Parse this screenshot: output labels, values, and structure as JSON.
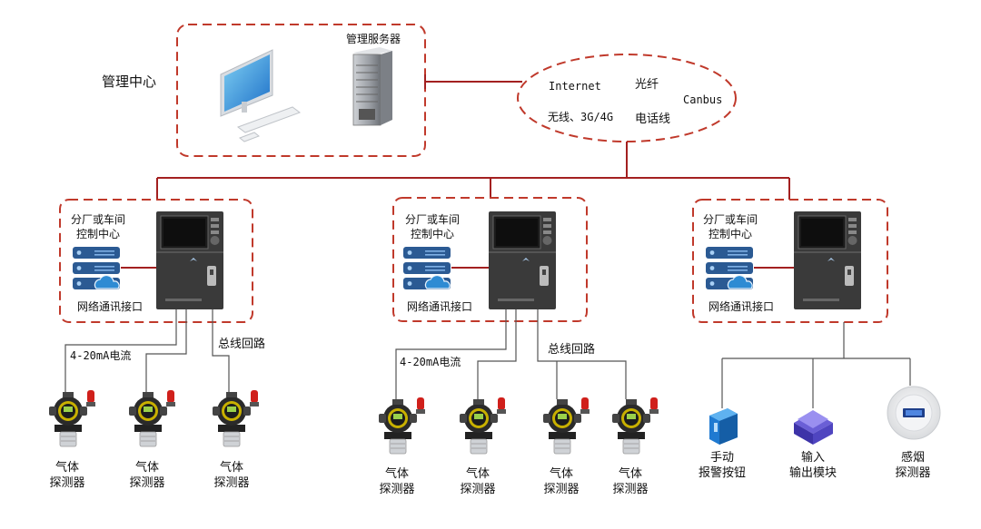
{
  "management": {
    "title": "管理中心",
    "server_label": "管理服务器"
  },
  "network": {
    "internet": "Internet",
    "fiber": "光纤",
    "canbus": "Canbus",
    "wireless": "无线、3G/4G",
    "phone_line": "电话线"
  },
  "stations": [
    {
      "title_line1": "分厂或车间",
      "title_line2": "控制中心",
      "interface_label": "网络通讯接口",
      "current_label": "4-20mA电流",
      "bus_label": "总线回路",
      "detectors": [
        {
          "line1": "气体",
          "line2": "探测器"
        },
        {
          "line1": "气体",
          "line2": "探测器"
        },
        {
          "line1": "气体",
          "line2": "探测器"
        }
      ]
    },
    {
      "title_line1": "分厂或车间",
      "title_line2": "控制中心",
      "interface_label": "网络通讯接口",
      "current_label": "4-20mA电流",
      "bus_label": "总线回路",
      "detectors": [
        {
          "line1": "气体",
          "line2": "探测器"
        },
        {
          "line1": "气体",
          "line2": "探测器"
        },
        {
          "line1": "气体",
          "line2": "探测器"
        },
        {
          "line1": "气体",
          "line2": "探测器"
        }
      ]
    },
    {
      "title_line1": "分厂或车间",
      "title_line2": "控制中心",
      "interface_label": "网络通讯接口",
      "devices": [
        {
          "line1": "手动",
          "line2": "报警按钮",
          "icon": "alarm-button-icon"
        },
        {
          "line1": "输入",
          "line2": "输出模块",
          "icon": "io-module-icon"
        },
        {
          "line1": "感烟",
          "line2": "探测器",
          "icon": "smoke-detector-icon"
        }
      ]
    }
  ],
  "colors": {
    "dashed_border": "#c0392b",
    "connector": "#a32020",
    "cable": "#555555",
    "panel": "#3a3a3a",
    "server_stack": "#2b5a93",
    "cloud": "#2e8bd3",
    "beacon": "#d0201b"
  }
}
